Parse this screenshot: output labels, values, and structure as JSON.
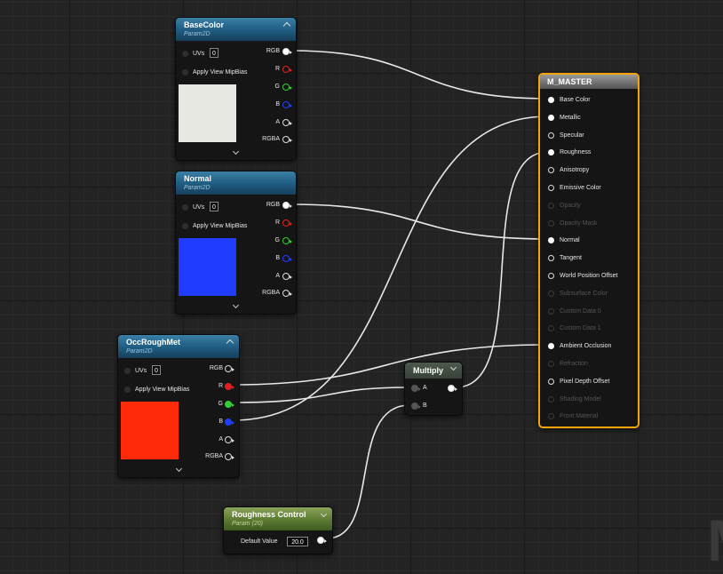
{
  "colors": {
    "param_header": "#1f5b80",
    "scalar_header": "#5c7a33",
    "master_border": "#f2a60a",
    "basecolor_swatch": "#e8e8e2",
    "normal_swatch": "#1f3cff",
    "occroughmet_swatch": "#ff2a0a"
  },
  "texture_pins": [
    "RGB",
    "R",
    "G",
    "B",
    "A",
    "RGBA"
  ],
  "param_rows": {
    "uvs_label": "UVs",
    "uvs_value": "0",
    "mip_label": "Apply View MipBias"
  },
  "nodes": {
    "basecolor": {
      "title": "BaseColor",
      "subtitle": "Param2D"
    },
    "normal": {
      "title": "Normal",
      "subtitle": "Param2D"
    },
    "occroughmet": {
      "title": "OccRoughMet",
      "subtitle": "Param2D"
    },
    "multiply": {
      "title": "Multiply",
      "pin_a": "A",
      "pin_b": "B"
    },
    "roughness": {
      "title": "Roughness Control",
      "subtitle": "Param (20)",
      "label": "Default Value",
      "value": "20.0"
    },
    "master": {
      "title": "M_MASTER",
      "inputs": [
        {
          "label": "Base Color",
          "active": true,
          "connected": true
        },
        {
          "label": "Metallic",
          "active": true,
          "connected": true
        },
        {
          "label": "Specular",
          "active": true,
          "connected": false
        },
        {
          "label": "Roughness",
          "active": true,
          "connected": true
        },
        {
          "label": "Anisotropy",
          "active": true,
          "connected": false
        },
        {
          "label": "Emissive Color",
          "active": true,
          "connected": false
        },
        {
          "label": "Opacity",
          "active": false,
          "connected": false
        },
        {
          "label": "Opacity Mask",
          "active": false,
          "connected": false
        },
        {
          "label": "Normal",
          "active": true,
          "connected": true
        },
        {
          "label": "Tangent",
          "active": true,
          "connected": false
        },
        {
          "label": "World Position Offset",
          "active": true,
          "connected": false
        },
        {
          "label": "Subsurface Color",
          "active": false,
          "connected": false
        },
        {
          "label": "Custom Data 0",
          "active": false,
          "connected": false
        },
        {
          "label": "Custom Data 1",
          "active": false,
          "connected": false
        },
        {
          "label": "Ambient Occlusion",
          "active": true,
          "connected": true
        },
        {
          "label": "Refraction",
          "active": false,
          "connected": false
        },
        {
          "label": "Pixel Depth Offset",
          "active": true,
          "connected": false
        },
        {
          "label": "Shading Model",
          "active": false,
          "connected": false
        },
        {
          "label": "Front Material",
          "active": false,
          "connected": false
        }
      ]
    }
  },
  "watermark": "M"
}
